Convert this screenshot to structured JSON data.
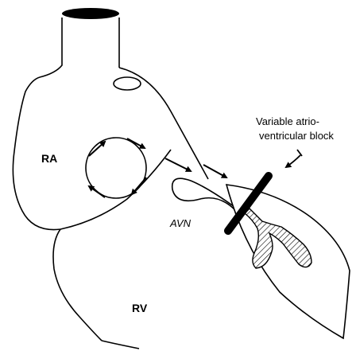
{
  "labels": {
    "ra": "RA",
    "rv": "RV",
    "avn": "AVN",
    "block_line1": "Variable atrio-",
    "block_line2": "ventricular block"
  },
  "colors": {
    "ink": "#000000",
    "paper": "#ffffff"
  }
}
